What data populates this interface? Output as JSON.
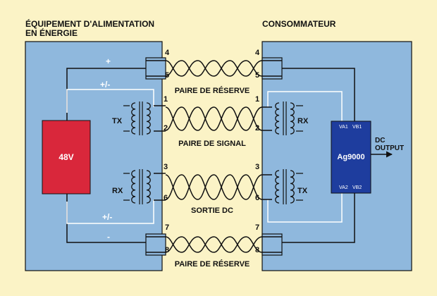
{
  "colors": {
    "background": "#fbf3c6",
    "panel": "#8fb8dd",
    "wire": "#111111",
    "white_wire": "#ffffff",
    "battery": "#d9273b",
    "chip": "#1e3d9e"
  },
  "left_panel": {
    "title_line1": "ÉQUIPEMENT D'ALIMENTATION",
    "title_line2": "EN ÉNERGIE",
    "battery_label": "48V",
    "plus_label": "+",
    "minus_label": "-",
    "plus_minus_top": "+/-",
    "plus_minus_bottom": "+/-",
    "transformer_top_label": "TX",
    "transformer_bottom_label": "RX"
  },
  "right_panel": {
    "title": "CONSOMMATEUR",
    "transformer_top_label": "RX",
    "transformer_bottom_label": "TX",
    "chip_label": "Ag9000",
    "chip_pins": {
      "va1": "VA1",
      "vb1": "VB1",
      "va2": "VA2",
      "vb2": "VB2"
    },
    "output_line1": "DC",
    "output_line2": "OUTPUT"
  },
  "pairs": [
    {
      "label": "PAIRE DE RÉSERVE",
      "pins": [
        "4",
        "5"
      ]
    },
    {
      "label": "PAIRE DE SIGNAL",
      "pins": [
        "1",
        "2"
      ]
    },
    {
      "label": "SORTIE DC",
      "pins": [
        "3",
        "6"
      ]
    },
    {
      "label": "PAIRE DE RÉSERVE",
      "pins": [
        "7",
        "8"
      ]
    }
  ]
}
